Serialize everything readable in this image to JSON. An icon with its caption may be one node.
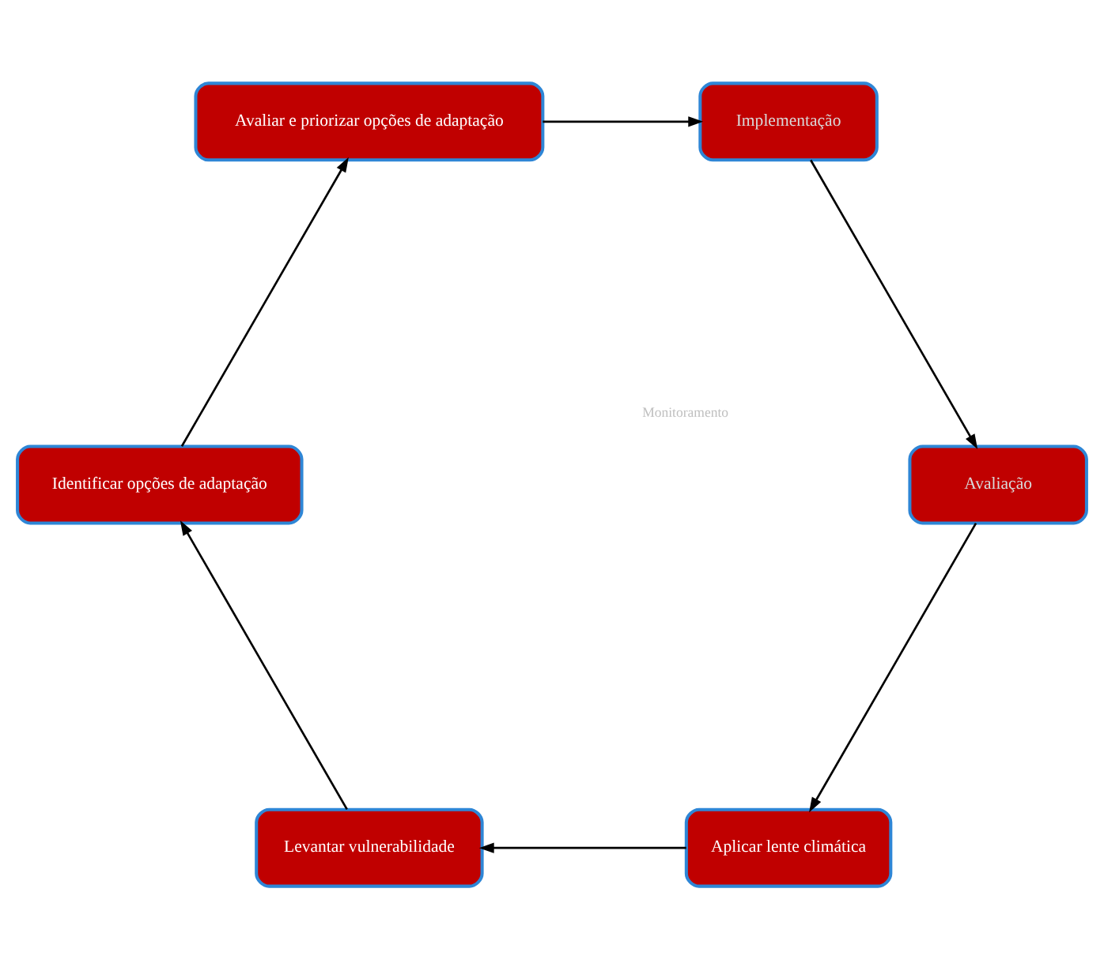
{
  "diagram": {
    "nodes": [
      {
        "text": [
          "Aplicar lente climática"
        ]
      },
      {
        "text": [
          "Levantar vulnerabilidade"
        ]
      },
      {
        "text": [
          "Identificar opções de adaptação"
        ]
      },
      {
        "text": [
          "Avaliar e priorizar opções de adaptação"
        ]
      },
      {
        "text": [
          "Implementação"
        ]
      },
      {
        "text": [
          "Avaliação"
        ]
      }
    ],
    "edges": [
      {
        "from": 0,
        "to": 1,
        "arrow": "to"
      },
      {
        "from": 1,
        "to": 2,
        "arrow": "to"
      },
      {
        "from": 2,
        "to": 3,
        "arrow": "to"
      },
      {
        "from": 3,
        "to": 4,
        "arrow": "to"
      },
      {
        "from": 4,
        "to": 5,
        "arrow": "to"
      },
      {
        "from": 5,
        "to": 0,
        "arrow": "to"
      }
    ],
    "labels": [
      "Monitoramento"
    ]
  }
}
